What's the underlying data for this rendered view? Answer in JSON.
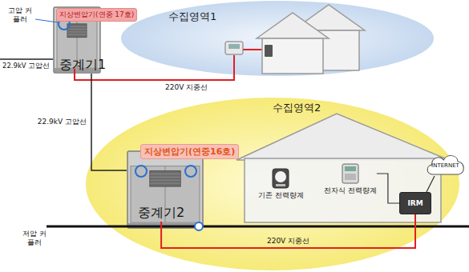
{
  "diagram": {
    "nodes": [
      {
        "text": [
          "수집영역1"
        ]
      },
      {
        "text": [
          "지상변압기(연중 17호)"
        ]
      },
      {
        "text": [
          "중계기1"
        ],
        "in": 1
      },
      {
        "text": [
          "수집영역2"
        ]
      },
      {
        "text": [
          "지상변압기(연중16호)"
        ],
        "in": 3
      },
      {
        "text": [
          "중계기2"
        ],
        "in": 4
      },
      {
        "text": [
          "기존 전력량계"
        ],
        "in": 3
      },
      {
        "text": [
          "전자식 전력량계"
        ],
        "in": 3
      },
      {
        "text": [
          "IRM"
        ],
        "in": 3
      },
      {
        "text": [
          "INTERNET"
        ]
      }
    ],
    "edges": [
      {
        "from": 1,
        "to": 4,
        "label": "22.9kV 고압선",
        "arrow": "none"
      },
      {
        "from": 5,
        "to": 8,
        "label": "220V 지중선",
        "arrow": "none"
      },
      {
        "from": 7,
        "to": 8,
        "arrow": "none"
      },
      {
        "from": 8,
        "to": 9,
        "arrow": "none"
      }
    ],
    "labels": [
      "고압 커플러",
      "22.9kV 고압선",
      "220V 지중선",
      "저압 커플러"
    ]
  }
}
